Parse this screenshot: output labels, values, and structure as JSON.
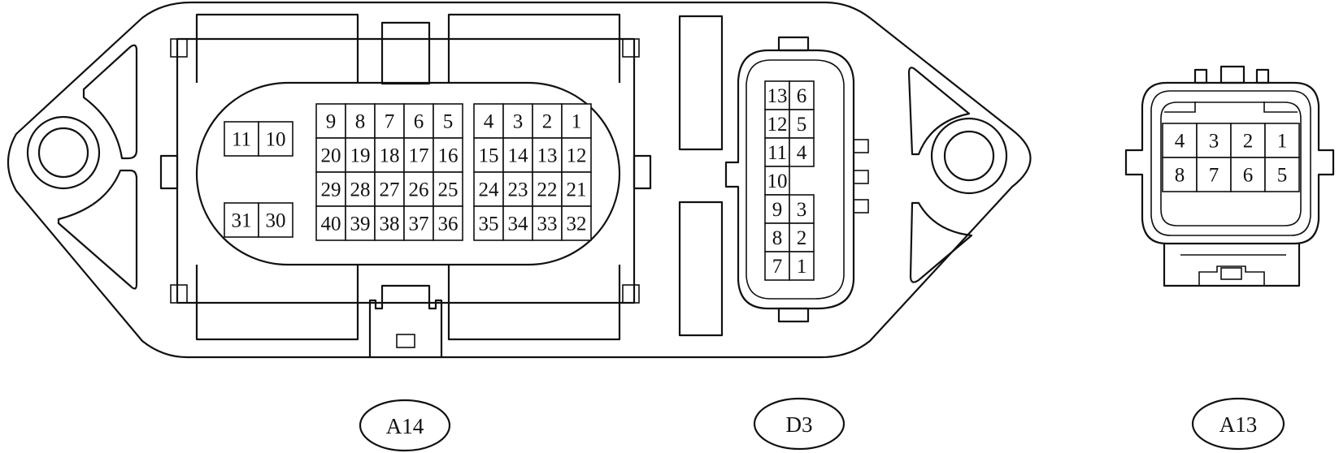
{
  "connectors": {
    "a14": {
      "label": "A14",
      "groups": [
        {
          "rows": [
            [
              "11",
              "10"
            ]
          ]
        },
        {
          "rows": [
            [
              "31",
              "30"
            ]
          ]
        },
        {
          "rows": [
            [
              "9",
              "8",
              "7",
              "6",
              "5"
            ],
            [
              "20",
              "19",
              "18",
              "17",
              "16"
            ],
            [
              "29",
              "28",
              "27",
              "26",
              "25"
            ],
            [
              "40",
              "39",
              "38",
              "37",
              "36"
            ]
          ]
        },
        {
          "rows": [
            [
              "4",
              "3",
              "2",
              "1"
            ],
            [
              "15",
              "14",
              "13",
              "12"
            ],
            [
              "24",
              "23",
              "22",
              "21"
            ],
            [
              "35",
              "34",
              "33",
              "32"
            ]
          ]
        }
      ]
    },
    "d3": {
      "label": "D3",
      "groups": [
        {
          "rows": [
            [
              "13",
              "6"
            ],
            [
              "12",
              "5"
            ],
            [
              "11",
              "4"
            ]
          ]
        },
        {
          "rows": [
            [
              "10"
            ]
          ]
        },
        {
          "rows": [
            [
              "9",
              "3"
            ],
            [
              "8",
              "2"
            ],
            [
              "7",
              "1"
            ]
          ]
        }
      ]
    },
    "a13": {
      "label": "A13",
      "groups": [
        {
          "rows": [
            [
              "4",
              "3",
              "2",
              "1"
            ],
            [
              "8",
              "7",
              "6",
              "5"
            ]
          ]
        }
      ]
    }
  }
}
